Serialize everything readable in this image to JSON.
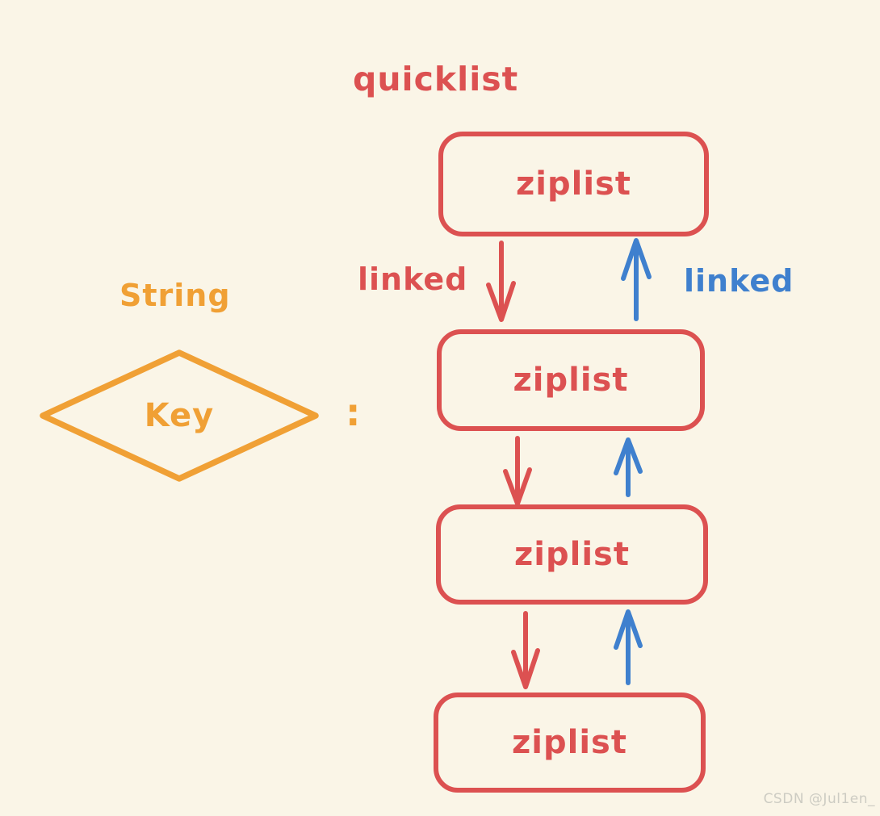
{
  "diagram": {
    "title": "quicklist",
    "key": {
      "type_label": "String",
      "shape": "diamond",
      "label": "Key"
    },
    "separator": ":",
    "quicklist": {
      "nodes": [
        {
          "label": "ziplist"
        },
        {
          "label": "ziplist"
        },
        {
          "label": "ziplist"
        },
        {
          "label": "ziplist"
        }
      ],
      "links": {
        "down_label": "linked",
        "up_label": "linked",
        "down_arrow_color": "#dc5151",
        "up_arrow_color": "#3f80ce",
        "edges": [
          {
            "from": 1,
            "to": 2,
            "direction": "down"
          },
          {
            "from": 2,
            "to": 1,
            "direction": "up"
          },
          {
            "from": 2,
            "to": 3,
            "direction": "down"
          },
          {
            "from": 3,
            "to": 2,
            "direction": "up"
          },
          {
            "from": 3,
            "to": 4,
            "direction": "down"
          },
          {
            "from": 4,
            "to": 3,
            "direction": "up"
          }
        ]
      }
    }
  },
  "watermark": "CSDN @Jul1en_",
  "colors": {
    "background": "#faf5e7",
    "red": "#dc5151",
    "blue": "#3f80ce",
    "orange": "#f0a035",
    "watermark": "#cdccc3"
  }
}
